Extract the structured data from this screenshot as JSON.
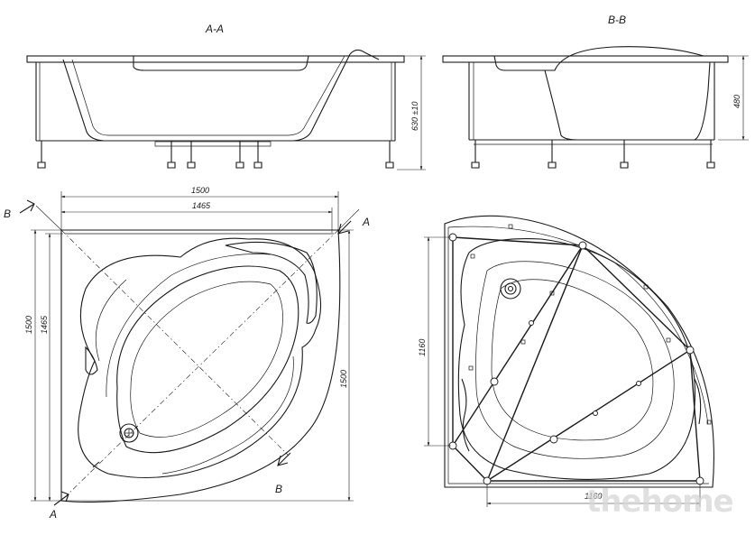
{
  "views": {
    "section_aa_title": "A-A",
    "section_bb_title": "B-B"
  },
  "dimensions": {
    "aa_height": "630 ±10",
    "bb_height": "480",
    "top_width_outer": "1500",
    "top_width_inner": "1465",
    "left_height_outer": "1500",
    "left_height_inner": "1465",
    "right_side": "1500",
    "frame_height": "1160",
    "frame_width": "1160"
  },
  "markers": {
    "b_top_left": "B",
    "a_top_right": "A",
    "a_bottom_left": "A",
    "b_bottom": "B"
  },
  "watermark": "thehome"
}
